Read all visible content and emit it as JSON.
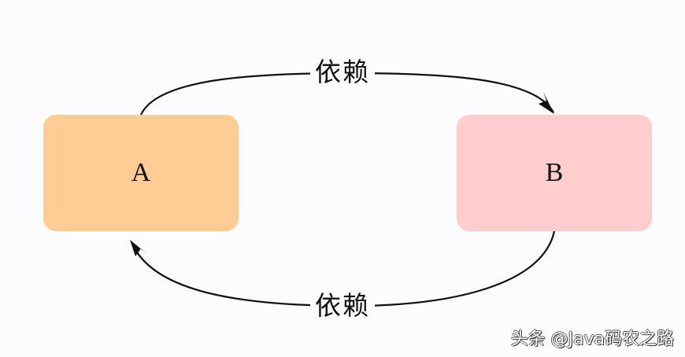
{
  "diagram": {
    "nodes": [
      {
        "id": "A",
        "label": "A",
        "color": "#ffcc96"
      },
      {
        "id": "B",
        "label": "B",
        "color": "#ffcdcd"
      }
    ],
    "edges": [
      {
        "from": "A",
        "to": "B",
        "label": "依赖",
        "position": "top"
      },
      {
        "from": "B",
        "to": "A",
        "label": "依赖",
        "position": "bottom"
      }
    ],
    "edge_color": "#111111",
    "background": "#fcfcfe"
  },
  "watermark": {
    "text": "头条 @Java码农之路"
  }
}
